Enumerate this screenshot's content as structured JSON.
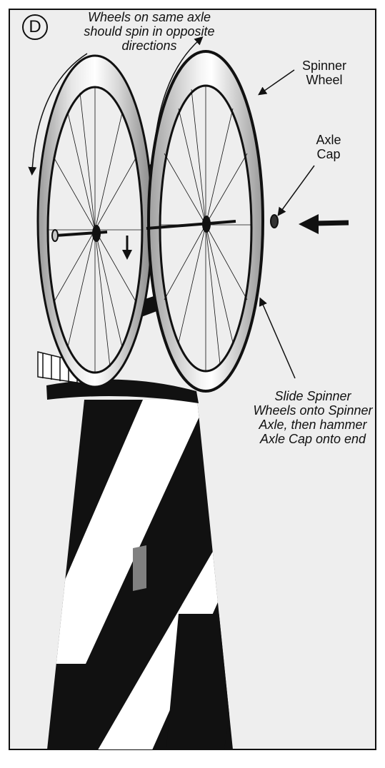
{
  "step_letter": "D",
  "labels": {
    "spin_note": [
      "Wheels on same axle",
      "should spin in opposite",
      "directions"
    ],
    "spinner_wheel": [
      "Spinner",
      "Wheel"
    ],
    "axle_cap": [
      "Axle",
      "Cap"
    ],
    "instruction": [
      "Slide Spinner",
      "Wheels onto Spinner",
      "Axle, then hammer",
      "Axle Cap onto end"
    ]
  },
  "colors": {
    "background": "#eeeeee",
    "outline": "#111111",
    "lighthouse_dark": "#111111",
    "lighthouse_light": "#ffffff",
    "window": "#808080"
  }
}
